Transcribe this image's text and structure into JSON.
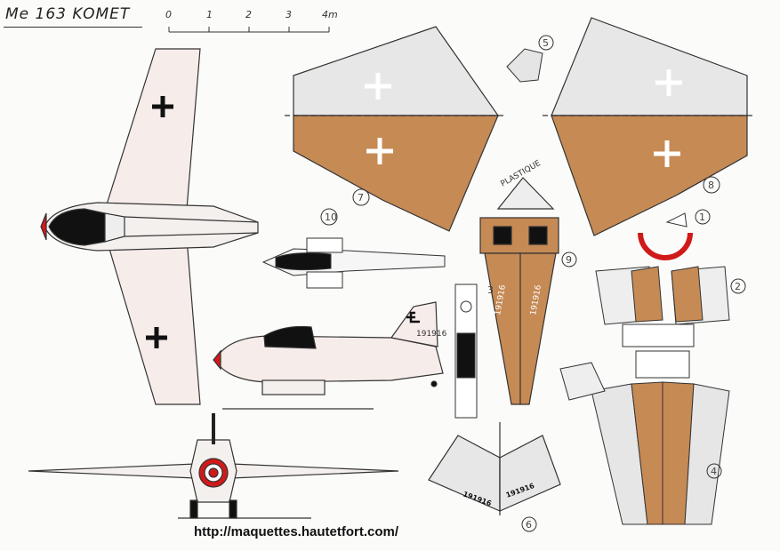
{
  "title": "Me 163   KOMET",
  "scale": {
    "ticks": [
      "0",
      "1",
      "2",
      "3",
      "4m"
    ]
  },
  "url": "http://maquettes.hautetfort.com/",
  "side_view_code": "191916",
  "stand_codes": [
    "191916",
    "191916"
  ],
  "fuselage_top_code": [
    "191916",
    "191916"
  ],
  "plastique_label": "PLASTIQUE",
  "parts": [
    "1",
    "2",
    "3",
    "4",
    "5",
    "6",
    "7",
    "8",
    "9",
    "10"
  ],
  "colors": {
    "tan": "#c68a55",
    "white": "#eeeeee",
    "black": "#111111",
    "red": "#d01a1a",
    "line": "#333333"
  }
}
